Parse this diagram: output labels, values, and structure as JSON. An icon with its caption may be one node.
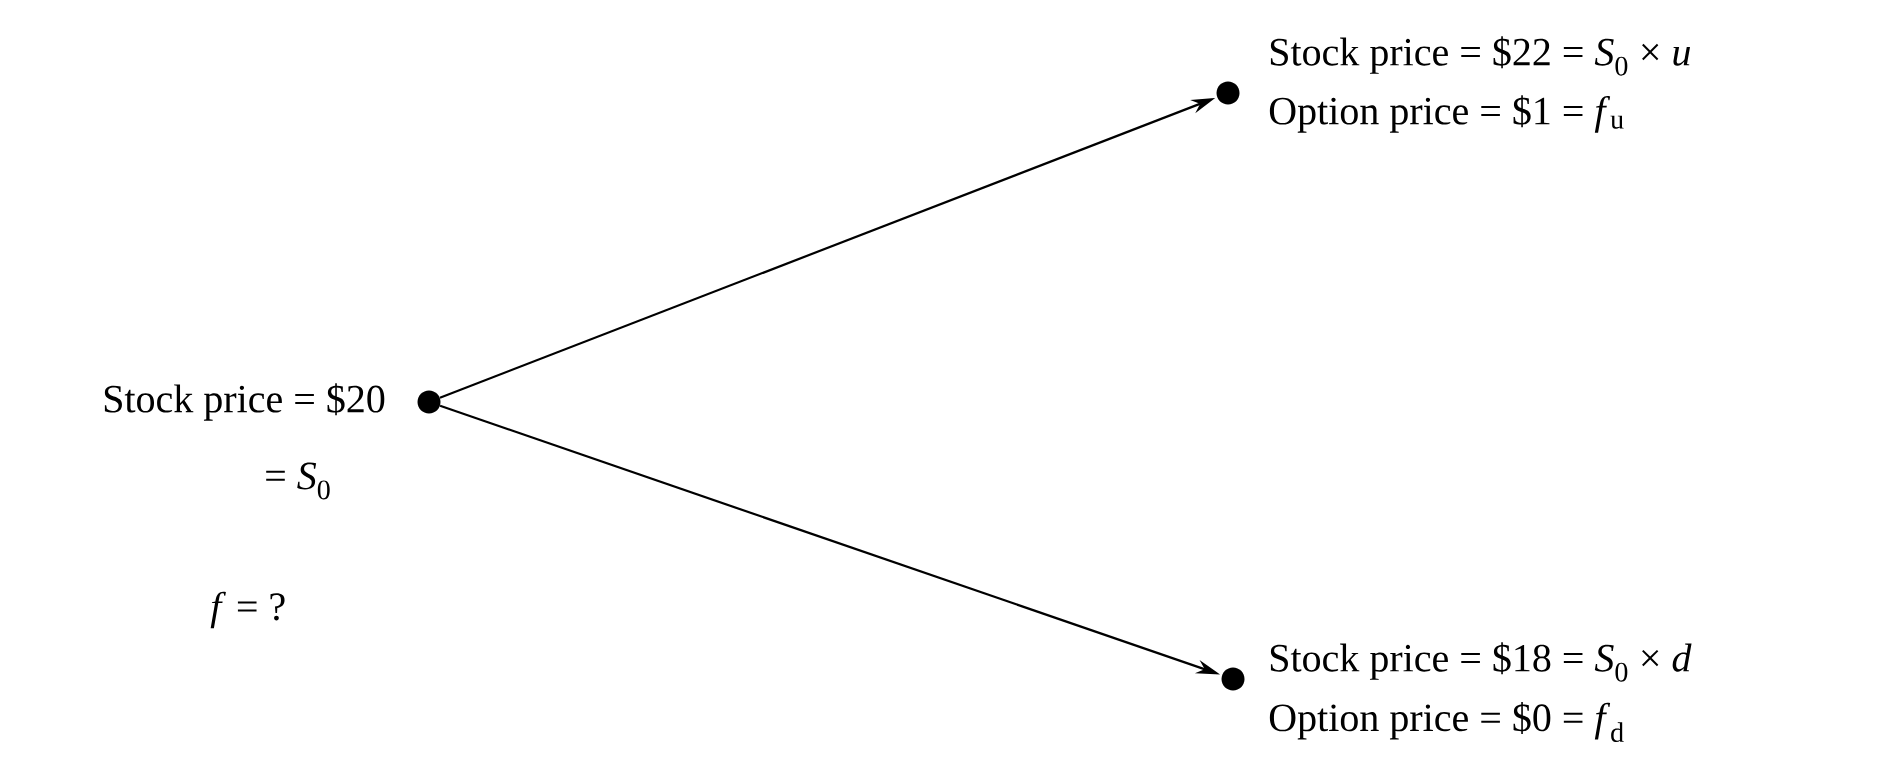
{
  "diagram": {
    "nodes": [
      {
        "text": [],
        "shape": "circle",
        "beside": [
          "Stock price = $20",
          "= *S*$_{0}$",
          "*f* = ?"
        ]
      },
      {
        "text": [],
        "shape": "circle",
        "beside": [
          "Stock price = $22 = *S*$_{0}$ × *u*",
          "Option price = $1 = *f*$_{u}$"
        ]
      },
      {
        "text": [],
        "shape": "circle",
        "beside": [
          "Stock price = $18 = *S*$_{0}$ × *d*",
          "Option price = $0 = *f*$_{d}$"
        ]
      }
    ],
    "edges": [
      {
        "from": 0,
        "to": 1,
        "arrow": "to"
      },
      {
        "from": 0,
        "to": 2,
        "arrow": "to"
      }
    ]
  }
}
